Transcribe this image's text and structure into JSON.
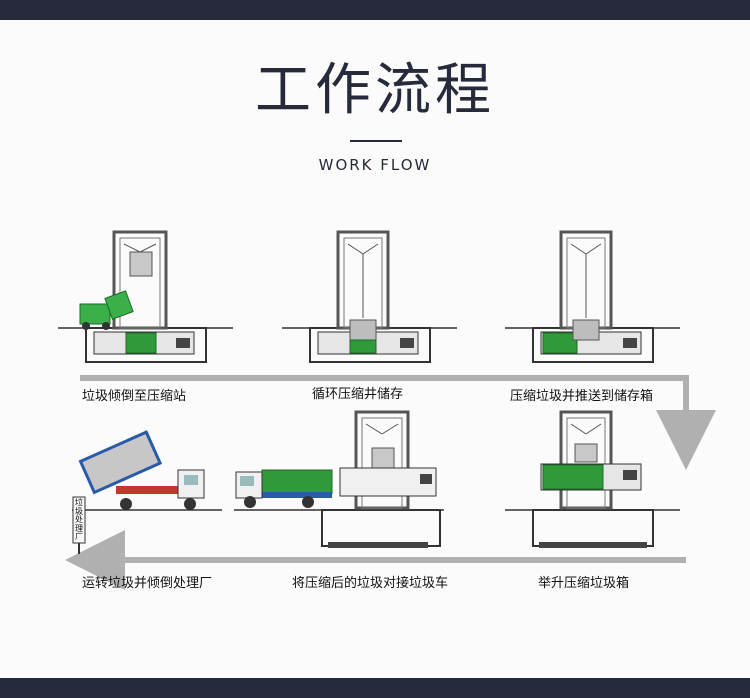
{
  "header": {
    "title": "工作流程",
    "subtitle": "WORK FLOW"
  },
  "colors": {
    "band": "#262a3a",
    "steel": "#555555",
    "green": "#2f9a3a",
    "arrow": "#b0b0b0",
    "truck_blue": "#2a5aa8",
    "truck_red": "#c0392b"
  },
  "steps": [
    {
      "label": "垃圾倾倒至压缩站"
    },
    {
      "label": "循环压缩井储存"
    },
    {
      "label": "压缩垃圾并推送到储存箱"
    },
    {
      "label": "运转垃圾并倾倒处理厂"
    },
    {
      "label": "将压缩后的垃圾对接垃圾车"
    },
    {
      "label": "举升压缩垃圾箱"
    }
  ],
  "sign": {
    "text": "垃圾处理厂"
  }
}
